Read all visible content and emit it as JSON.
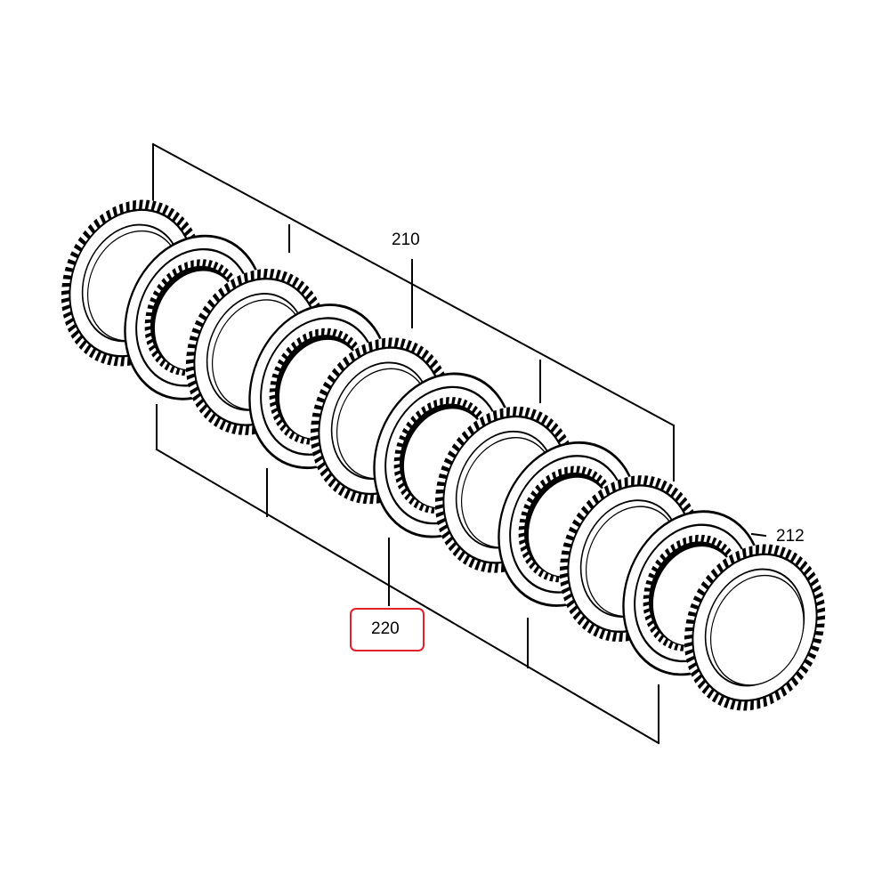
{
  "diagram": {
    "callouts": {
      "top": "210",
      "right": "212",
      "bottom": "220"
    },
    "highlight": {
      "target": "220",
      "color": "#e2202c"
    },
    "ring_sequence": [
      "toothed",
      "plain",
      "toothed",
      "plain",
      "toothed",
      "plain",
      "toothed",
      "plain",
      "toothed",
      "plain",
      "toothed"
    ],
    "line_color": "#000000"
  }
}
